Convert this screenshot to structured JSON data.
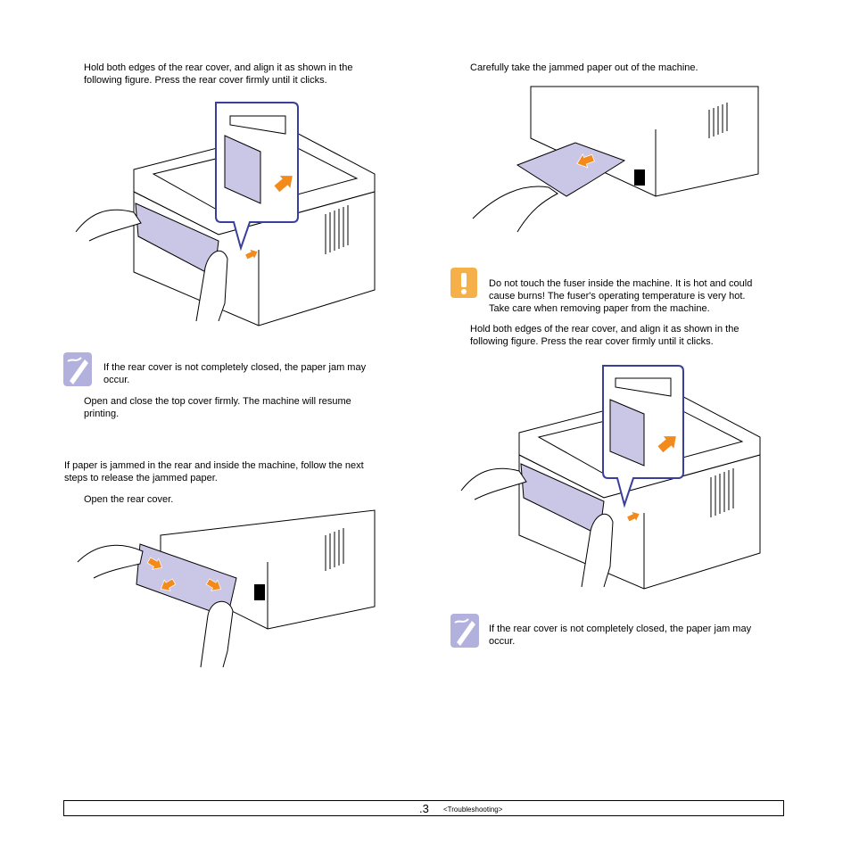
{
  "left_column": {
    "step_rear_cover_align": [
      "Hold both edges of the rear cover, and align it as shown in the",
      "following figure. Press the rear cover firmly until it clicks."
    ],
    "note_rear_cover": [
      "If the rear cover is not completely closed, the paper jam may",
      "occur."
    ],
    "step_close_top_cover": [
      "Open and close the top cover firmly. The machine will resume",
      "printing."
    ],
    "intro_rear_jam": [
      "If paper is jammed in the rear and inside the machine, follow the next",
      "steps to release the jammed paper."
    ],
    "step_open_rear_cover": "Open the rear cover."
  },
  "right_column": {
    "step_take_paper_out": "Carefully take the jammed paper out of the machine.",
    "caution_fuser": [
      "Do not touch the fuser inside the machine. It is hot and could",
      "cause burns! The fuser's operating temperature is very hot.",
      "Take care when removing paper from the machine."
    ],
    "step_rear_cover_align": [
      "Hold both edges of the rear cover, and align it as shown in the",
      "following figure. Press the rear cover firmly until it clicks."
    ],
    "note_rear_cover": [
      "If the rear cover is not completely closed, the paper jam may",
      "occur."
    ]
  },
  "footer": {
    "page_number": ".3",
    "section": "<Troubleshooting>"
  },
  "colors": {
    "cover_fill": "#c9c6e6",
    "arrow": "#f28a1c",
    "note_icon": "#b2b0dc",
    "caution_icon": "#f5b04a",
    "callout_border": "#3a3f9c"
  },
  "icons": {
    "note": "note-pencil-icon",
    "caution": "caution-exclamation-icon"
  }
}
